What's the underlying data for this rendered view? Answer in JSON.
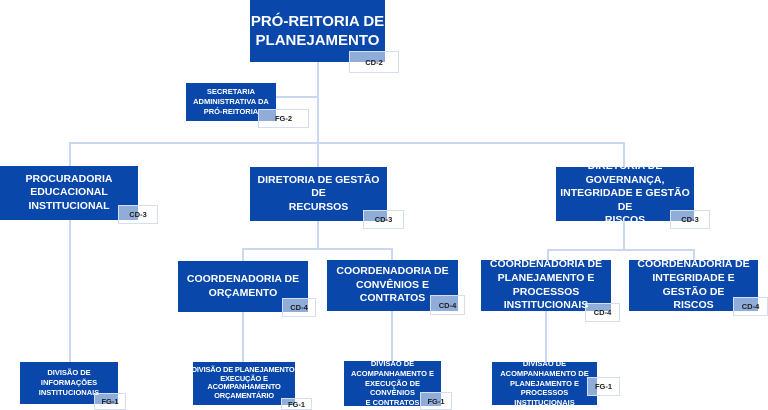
{
  "nodes": {
    "pro_reitoria": {
      "title": "PRÓ-REITORIA DE\nPLANEJAMENTO",
      "code": "CD-2"
    },
    "secretaria": {
      "title": "SECRETARIA\nADMINISTRATIVA DA\nPRÓ-REITORIA",
      "code": "FG-2"
    },
    "procuradoria": {
      "title": "PROCURADORIA\nEDUCACIONAL\nINSTITUCIONAL",
      "code": "CD-3"
    },
    "dir_gestao": {
      "title": "DIRETORIA DE GESTÃO DE\nRECURSOS",
      "code": "CD-3"
    },
    "dir_governanca": {
      "title": "DIRETORIA DE GOVERNANÇA,\nINTEGRIDADE E GESTÃO DE\nRISCOS",
      "code": "CD-3"
    },
    "coord_orcamento": {
      "title": "COORDENADORIA DE\nORÇAMENTO",
      "code": "CD-4"
    },
    "coord_convenios": {
      "title": "COORDENADORIA DE\nCONVÊNIOS E CONTRATOS",
      "code": "CD-4"
    },
    "coord_planejamento": {
      "title": "COORDENADORIA DE\nPLANEJAMENTO E\nPROCESSOS INSTITUCIONAIS",
      "code": "CD-4"
    },
    "coord_integridade": {
      "title": "COORDENADORIA DE\nINTEGRIDADE E GESTÃO DE\nRISCOS",
      "code": "CD-4"
    },
    "div_informacoes": {
      "title": "DIVISÃO DE INFORMAÇÕES\nINSTITUCIONAIS",
      "code": "FG-1"
    },
    "div_plan_exec": {
      "title": "DIVISÃO DE PLANEJAMENTO,\nEXECUÇÃO E\nACOMPANHAMENTO\nORÇAMENTÁRIO",
      "code": "FG-1"
    },
    "div_acomp_convenios": {
      "title": "DIVISÃO DE\nACOMPANHAMENTO E\nEXECUÇÃO DE CONVÊNIOS\nE CONTRATOS",
      "code": "FG-1"
    },
    "div_acomp_planejamento": {
      "title": "DIVISÃO DE\nACOMPANHAMENTO DE\nPLANEJAMENTO E\nPROCESSOS INSTITUCIONAIS",
      "code": "FG-1"
    }
  }
}
